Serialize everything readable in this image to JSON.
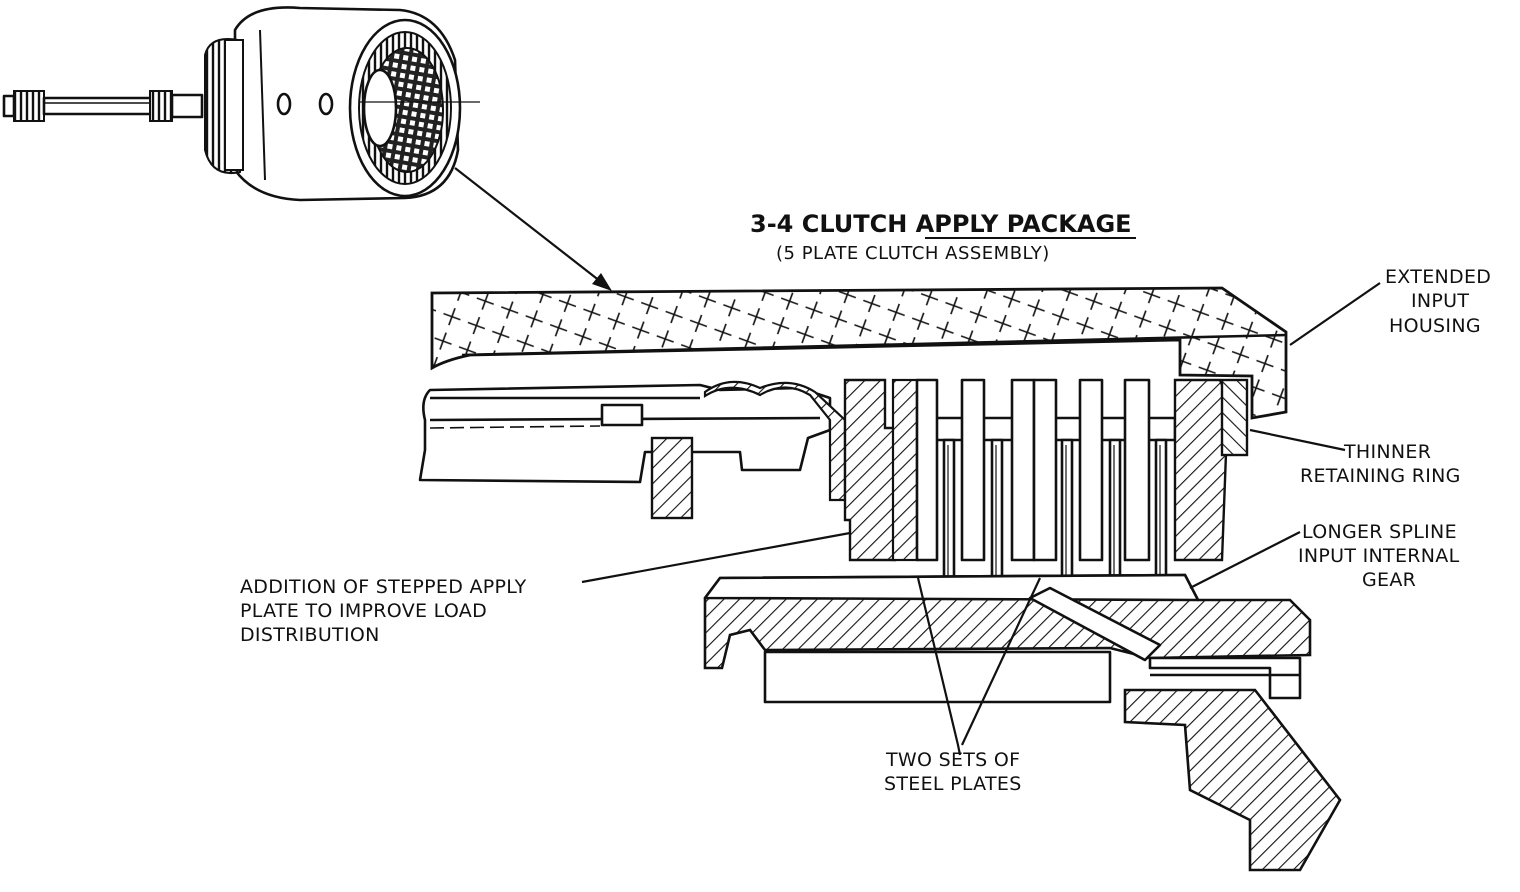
{
  "title": {
    "main": "3-4 CLUTCH APPLY PACKAGE",
    "sub": "(5 PLATE CLUTCH ASSEMBLY)"
  },
  "labels": {
    "extended_input_housing": [
      "EXTENDED",
      "INPUT",
      "HOUSING"
    ],
    "thinner_retaining_ring": [
      "THINNER",
      "RETAINING RING"
    ],
    "longer_spline": [
      "LONGER SPLINE",
      "INPUT INTERNAL",
      "GEAR"
    ],
    "stepped_apply_plate": [
      "ADDITION OF STEPPED APPLY",
      "PLATE TO IMPROVE LOAD",
      "DISTRIBUTION"
    ],
    "steel_plates": [
      "TWO SETS OF",
      "STEEL PLATES"
    ]
  },
  "colors": {
    "ink": "#111111",
    "paper": "#ffffff"
  }
}
